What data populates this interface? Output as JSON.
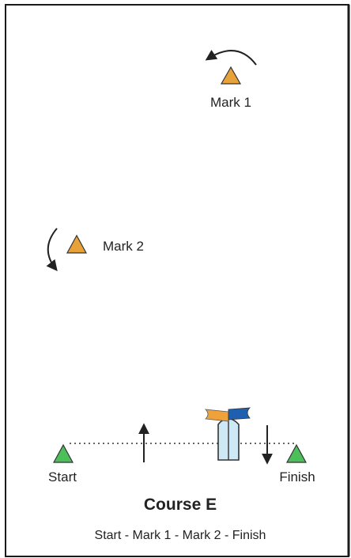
{
  "course": {
    "title": "Course E",
    "sequence": "Start - Mark 1 - Mark 2 - Finish"
  },
  "marks": {
    "mark1": {
      "label": "Mark 1",
      "color": "#e8a23a"
    },
    "mark2": {
      "label": "Mark 2",
      "color": "#e8a23a"
    }
  },
  "line": {
    "start": {
      "label": "Start",
      "color": "#4cbe5a"
    },
    "finish": {
      "label": "Finish",
      "color": "#4cbe5a"
    }
  },
  "committee_boat": {
    "hull_color": "#cfe8f5",
    "flag_left_color": "#f0a23a",
    "flag_right_color": "#1f5fb0"
  },
  "colors": {
    "frame": "#1a1a1a",
    "ink": "#222222"
  }
}
